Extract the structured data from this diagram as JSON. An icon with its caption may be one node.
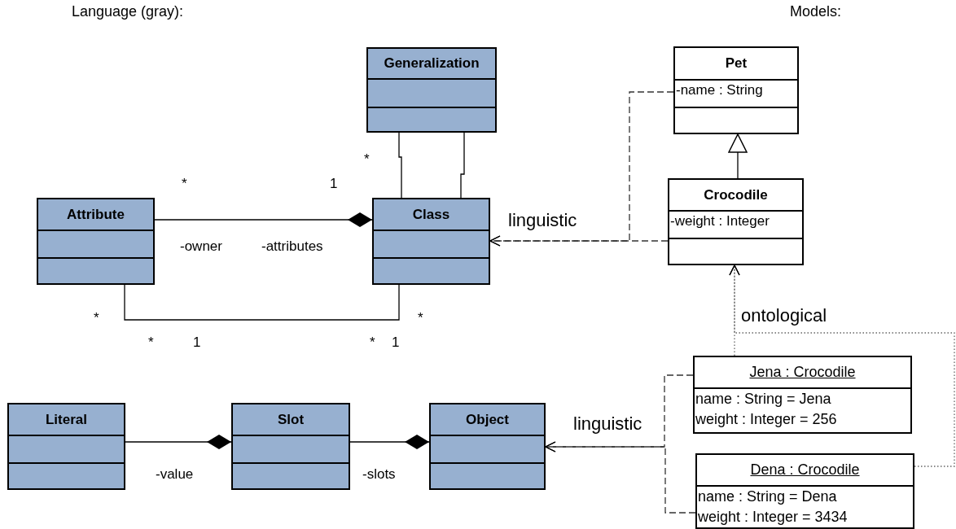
{
  "diagram": {
    "nodes": [
      {
        "text": [
          "Generalization"
        ]
      },
      {
        "text": [
          "Attribute"
        ]
      },
      {
        "text": [
          "Class"
        ]
      },
      {
        "text": [
          "Pet",
          "-name : String"
        ]
      },
      {
        "text": [
          "Crocodile",
          "-weight : Integer"
        ]
      },
      {
        "text": [
          "Literal"
        ]
      },
      {
        "text": [
          "Slot"
        ]
      },
      {
        "text": [
          "Object"
        ]
      },
      {
        "text": [
          "Jena : Crocodile",
          "name : String = Jena",
          "weight : Integer = 256"
        ]
      },
      {
        "text": [
          "Dena : Crocodile",
          "name : String = Dena",
          "weight : Integer = 3434"
        ]
      }
    ],
    "edges": [
      {
        "from": 0,
        "to": 2,
        "arrow": "none"
      },
      {
        "from": 0,
        "to": 2,
        "arrow": "none"
      },
      {
        "from": 1,
        "to": 2,
        "arrow": "other"
      },
      {
        "from": 1,
        "to": 2,
        "arrow": "none"
      },
      {
        "from": 4,
        "to": 3,
        "arrow": "to"
      },
      {
        "from": 4,
        "to": 2,
        "arrow": "to",
        "style": "dashed",
        "label": "linguistic"
      },
      {
        "from": 3,
        "to": 2,
        "arrow": "to",
        "style": "dashed"
      },
      {
        "from": 8,
        "to": 4,
        "arrow": "to",
        "style": "dashed",
        "color": "#666666",
        "label": "ontological"
      },
      {
        "from": 9,
        "to": 4,
        "arrow": "to",
        "style": "dashed",
        "color": "#666666"
      },
      {
        "from": 5,
        "to": 6,
        "arrow": "other"
      },
      {
        "from": 6,
        "to": 7,
        "arrow": "other"
      },
      {
        "from": 8,
        "to": 7,
        "arrow": "to",
        "style": "dashed",
        "label": "linguistic"
      },
      {
        "from": 9,
        "to": 7,
        "arrow": "to",
        "style": "dashed"
      }
    ],
    "labels": [
      "Language (gray):",
      "Models:",
      "*",
      "*",
      "1",
      "-owner",
      "-attributes",
      "*",
      "*",
      "*",
      "1",
      "-value",
      "*",
      "1",
      "-slots"
    ]
  }
}
